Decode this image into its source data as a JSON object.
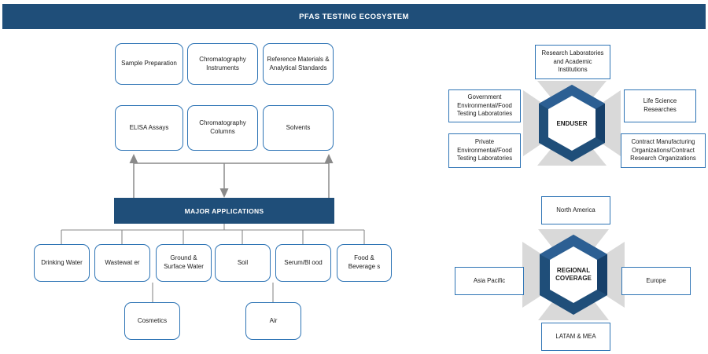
{
  "header": {
    "title": "PFAS TESTING ECOSYSTEM",
    "bar_color": "#1F4E79"
  },
  "theme": {
    "navy": "#1F4E79",
    "border_blue": "#2E74B5",
    "hex_dark": "#1F4E79",
    "hex_facet_light": "#2B5E92",
    "wedge_gray": "#D9D9D9",
    "connector_gray": "#808080"
  },
  "products": {
    "row1": [
      {
        "label": "Sample Preparation"
      },
      {
        "label": "Chromatography Instruments"
      },
      {
        "label": "Reference Materials & Analytical Standards"
      }
    ],
    "row2": [
      {
        "label": "ELISA Assays"
      },
      {
        "label": "Chromatography Columns"
      },
      {
        "label": "Solvents"
      }
    ]
  },
  "applications": {
    "bar_label": "MAJOR APPLICATIONS",
    "items": [
      {
        "label": "Drinking Water"
      },
      {
        "label": "Wastewat er"
      },
      {
        "label": "Ground & Surface Water"
      },
      {
        "label": "Soil"
      },
      {
        "label": "Serum/Bl ood"
      },
      {
        "label": "Food & Beverage s"
      }
    ],
    "sub_items": [
      {
        "label": "Cosmetics"
      },
      {
        "label": "Air"
      }
    ]
  },
  "enduser": {
    "center_label": "ENDUSER",
    "nodes": [
      {
        "label": "Research Laboratories and Academic Institutions",
        "position": "top"
      },
      {
        "label": "Government Environmental/Food Testing Laboratories",
        "position": "left-upper"
      },
      {
        "label": "Private Environmental/Food Testing Laboratories",
        "position": "left-lower"
      },
      {
        "label": "Life Science Researches",
        "position": "right-upper"
      },
      {
        "label": "Contract Manufacturing Organizations/Contract Research Organizations",
        "position": "right-lower"
      }
    ]
  },
  "regional": {
    "center_label": "REGIONAL COVERAGE",
    "center_label_line1": "REGIONAL",
    "center_label_line2": "COVERAGE",
    "nodes": [
      {
        "label": "North America",
        "position": "top"
      },
      {
        "label": "Asia Pacific",
        "position": "left"
      },
      {
        "label": "Europe",
        "position": "right"
      },
      {
        "label": "LATAM & MEA",
        "position": "bottom"
      }
    ]
  }
}
